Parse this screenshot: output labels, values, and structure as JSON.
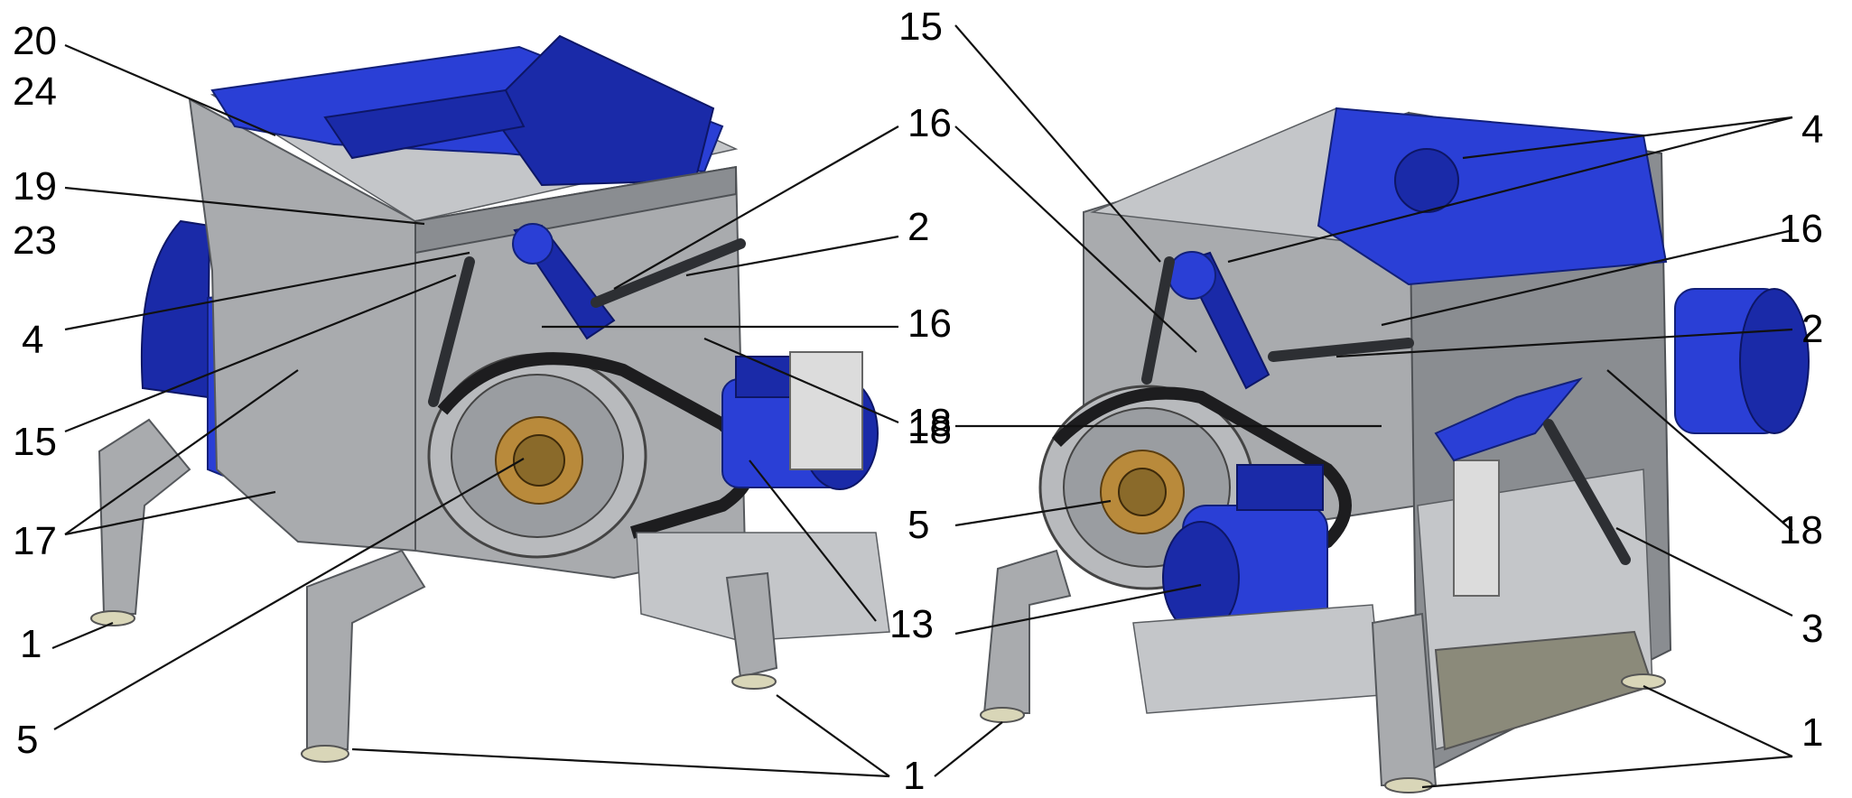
{
  "callouts": {
    "left": {
      "l20": "20",
      "l24": "24",
      "l19": "19",
      "l23": "23",
      "l4": "4",
      "l15": "15",
      "l17": "17",
      "l1": "1",
      "l5": "5",
      "l16a": "16",
      "l2": "2",
      "l16b": "16",
      "l18": "18",
      "l13": "13"
    },
    "bottom": {
      "l1": "1"
    },
    "right": {
      "l15": "15",
      "l16a": "16",
      "l18": "18",
      "l5": "5",
      "l13": "13",
      "l4": "4",
      "l16b": "16",
      "l2": "2",
      "l18b": "18",
      "l3": "3",
      "l1": "1"
    }
  },
  "colors": {
    "frame": "#a9abae",
    "machine_blue": "#2a3fd6",
    "belt": "#1d1d1f",
    "rotor_gold": "#b98a3b",
    "leader_line": "#111111"
  }
}
